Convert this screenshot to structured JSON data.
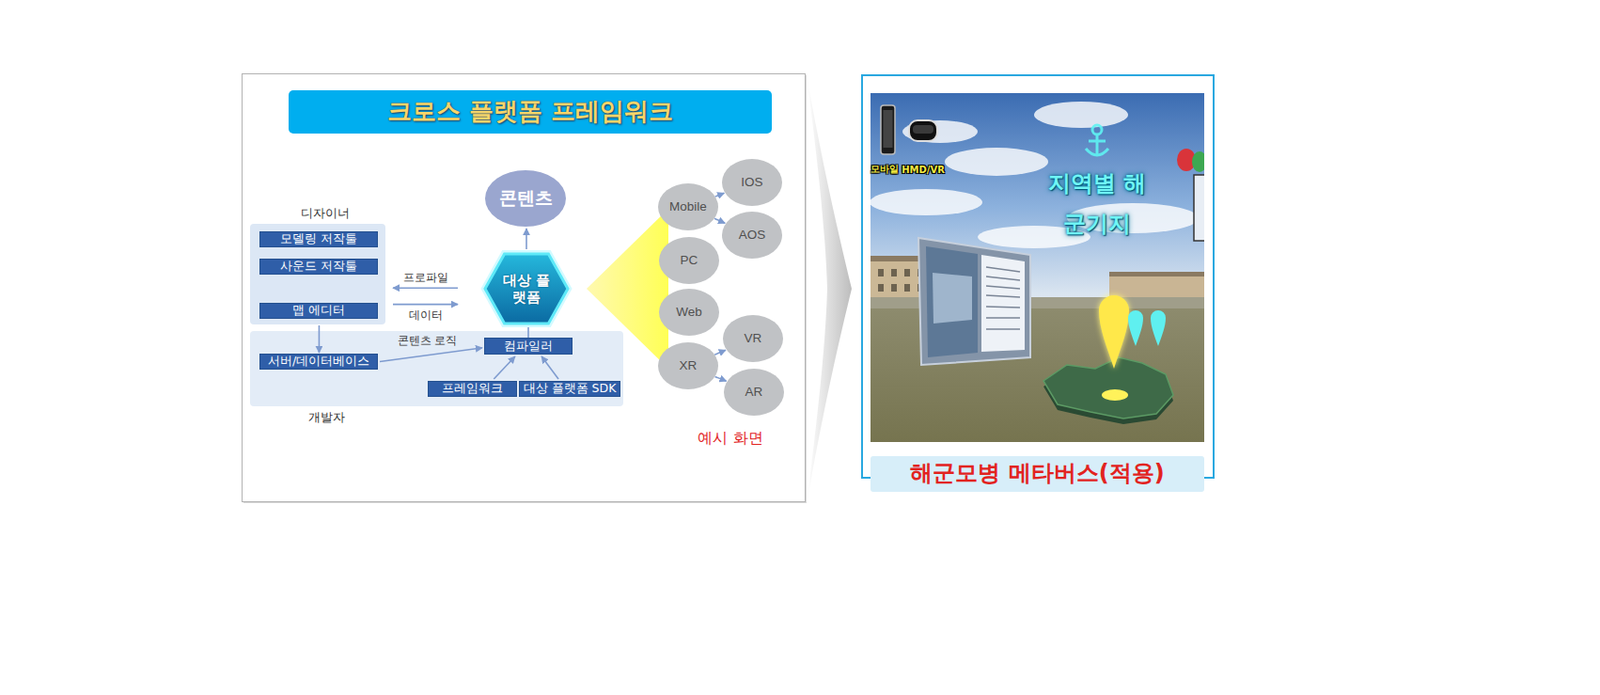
{
  "diagram": {
    "title": "크로스 플랫폼 프레임워크",
    "caption": "해군모병 메타버스(적용)",
    "nodes": [
      {
        "text": [
          "콘텐츠"
        ]
      },
      {
        "text": [
          "디자이너"
        ]
      },
      {
        "text": [
          "모델링 저작툴"
        ],
        "in": 1
      },
      {
        "text": [
          "사운드 저작툴"
        ],
        "in": 1
      },
      {
        "text": [
          "맵 에디터"
        ],
        "in": 1
      },
      {
        "text": [
          "대상 플랫폼"
        ]
      },
      {
        "text": [
          "개발자"
        ]
      },
      {
        "text": [
          "서버/데이터베이스"
        ],
        "in": 6
      },
      {
        "text": [
          "컴파일러"
        ],
        "in": 6
      },
      {
        "text": [
          "프레임워크"
        ],
        "in": 6
      },
      {
        "text": [
          "대상 플랫폼 SDK"
        ],
        "in": 6
      },
      {
        "text": [
          "Mobile"
        ]
      },
      {
        "text": [
          "IOS"
        ]
      },
      {
        "text": [
          "AOS"
        ]
      },
      {
        "text": [
          "PC"
        ]
      },
      {
        "text": [
          "Web"
        ]
      },
      {
        "text": [
          "XR"
        ]
      },
      {
        "text": [
          "VR"
        ]
      },
      {
        "text": [
          "AR"
        ]
      }
    ],
    "edges": [
      {
        "from": 5,
        "to": 1,
        "label": "프로파일",
        "arrow": "to"
      },
      {
        "from": 1,
        "to": 5,
        "label": "데이터",
        "arrow": "to"
      },
      {
        "from": 1,
        "to": 7,
        "arrow": "to"
      },
      {
        "from": 7,
        "to": 8,
        "label": "콘텐츠 로직",
        "arrow": "to"
      },
      {
        "from": 9,
        "to": 8,
        "arrow": "to"
      },
      {
        "from": 10,
        "to": 8,
        "arrow": "to"
      },
      {
        "from": 8,
        "to": 5,
        "arrow": "none"
      },
      {
        "from": 5,
        "to": 0,
        "arrow": "to"
      },
      {
        "from": 11,
        "to": 12,
        "arrow": "to"
      },
      {
        "from": 11,
        "to": 13,
        "arrow": "to"
      },
      {
        "from": 16,
        "to": 17,
        "arrow": "to"
      },
      {
        "from": 16,
        "to": 18,
        "arrow": "to"
      }
    ],
    "labels": [
      "예시 화면",
      "모바일",
      "HMD/VR",
      "지역별 해군기지"
    ]
  }
}
